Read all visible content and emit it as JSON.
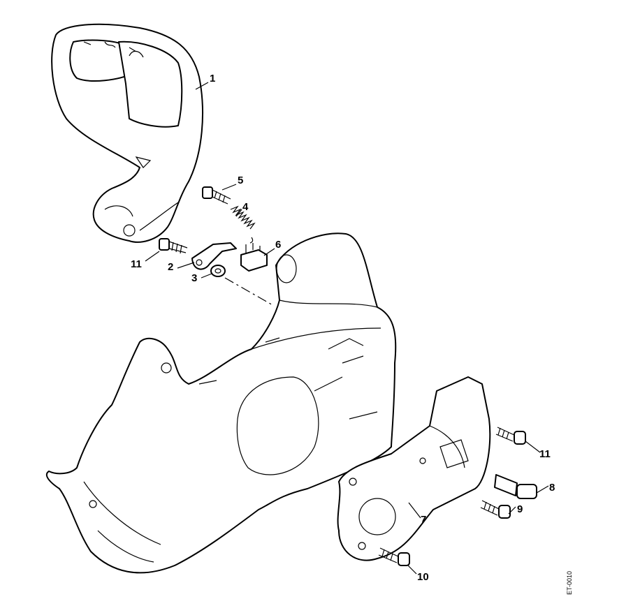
{
  "diagram": {
    "reference_code": "ET-0010",
    "callouts": [
      {
        "id": "1",
        "part": "hand-guard"
      },
      {
        "id": "5",
        "part": "screw"
      },
      {
        "id": "4",
        "part": "spring"
      },
      {
        "id": "6",
        "part": "switch"
      },
      {
        "id": "11",
        "part": "screw"
      },
      {
        "id": "2",
        "part": "lever"
      },
      {
        "id": "3",
        "part": "bushing"
      },
      {
        "id": "11",
        "part": "screw"
      },
      {
        "id": "8",
        "part": "stud"
      },
      {
        "id": "9",
        "part": "screw"
      },
      {
        "id": "7",
        "part": "plate"
      },
      {
        "id": "10",
        "part": "screw"
      }
    ]
  }
}
